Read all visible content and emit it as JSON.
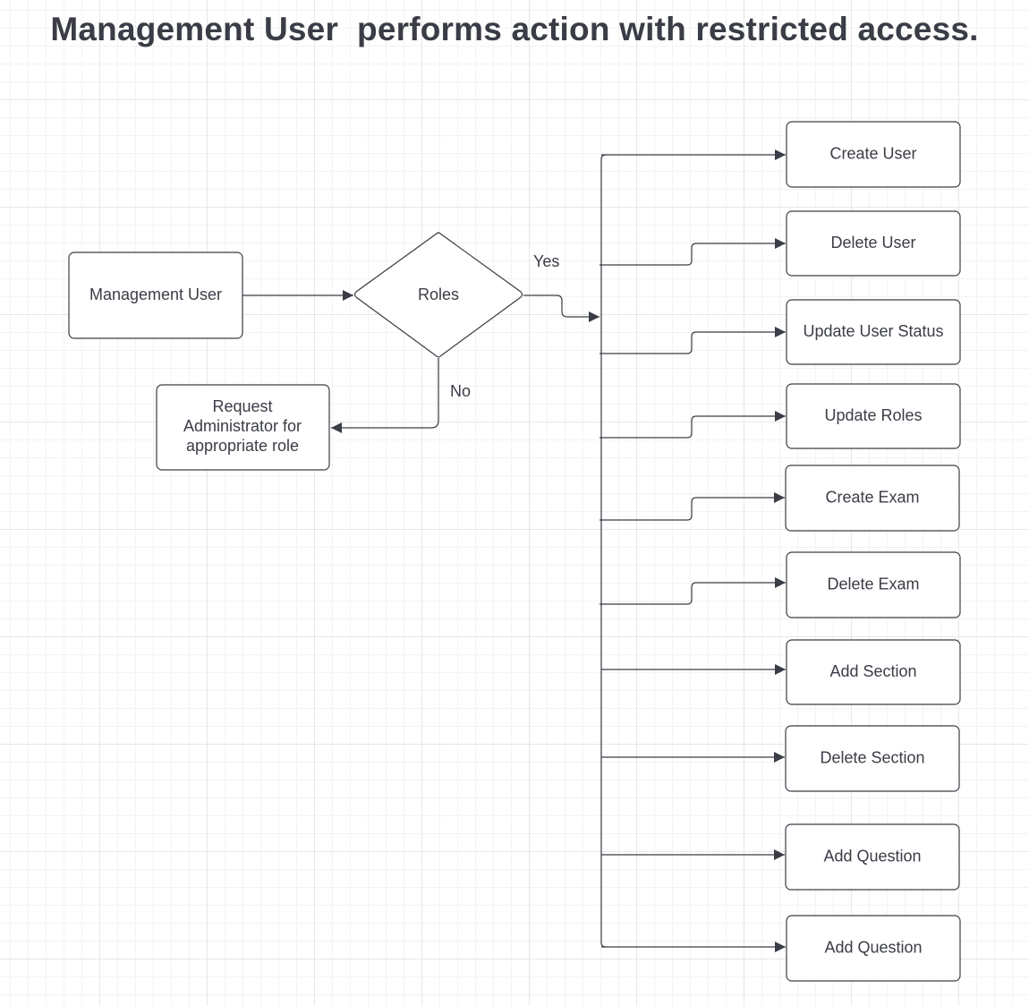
{
  "title": "Management User  performs action with restricted access.",
  "nodes": {
    "start": "Management User",
    "decision": "Roles",
    "request": [
      "Request",
      "Administrator for",
      "appropriate role"
    ]
  },
  "edge_labels": {
    "yes": "Yes",
    "no": "No"
  },
  "actions": [
    "Create User",
    "Delete User",
    "Update User Status",
    "Update Roles",
    "Create Exam",
    "Delete Exam",
    "Add Section",
    "Delete Section",
    "Add Question",
    "Add Question"
  ],
  "colors": {
    "stroke": "#3a3d46",
    "text": "#3a3d46",
    "background": "#ffffff"
  }
}
